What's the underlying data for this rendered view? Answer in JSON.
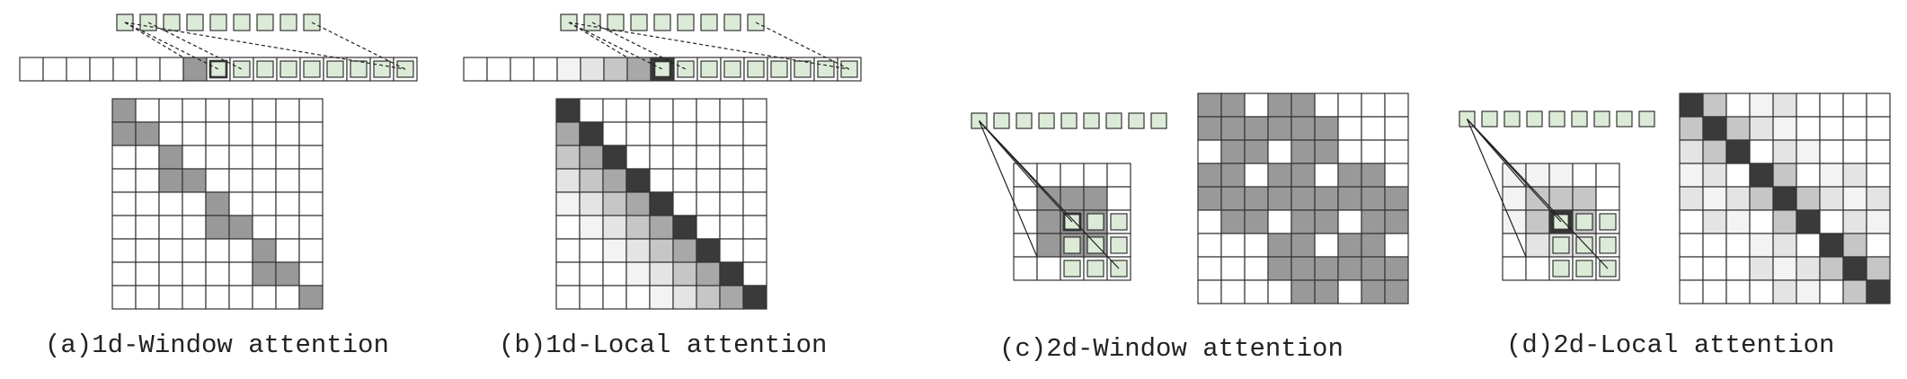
{
  "captions": {
    "a": "(a)1d-Window attention",
    "b": "(b)1d-Local attention",
    "c": "(c)2d-Window attention",
    "d": "(d)2d-Local attention"
  },
  "colors": {
    "token_green": "#dcebd8",
    "grid_line": "#333333",
    "white": "#ffffff",
    "window_gray": "#999999",
    "local_level_0": "#3a3a3a",
    "local_level_1": "#a8a8a8",
    "local_level_2": "#c6c6c6",
    "local_level_3": "#e4e4e4",
    "local_level_4": "#f3f3f3"
  },
  "panels": {
    "window_1d": {
      "query_tokens": 9,
      "sequence_length": 17,
      "matrix_size": 9,
      "window_size": 2
    },
    "local_1d": {
      "query_tokens": 9,
      "sequence_length": 17,
      "matrix_size": 9,
      "falloff_levels": 5
    },
    "window_2d": {
      "query_tokens": 9,
      "grid_size": 5,
      "matrix_size": 9,
      "window_shape": "3x3"
    },
    "local_2d": {
      "query_tokens": 9,
      "grid_size": 5,
      "matrix_size": 9,
      "window_shape": "3x3"
    }
  }
}
